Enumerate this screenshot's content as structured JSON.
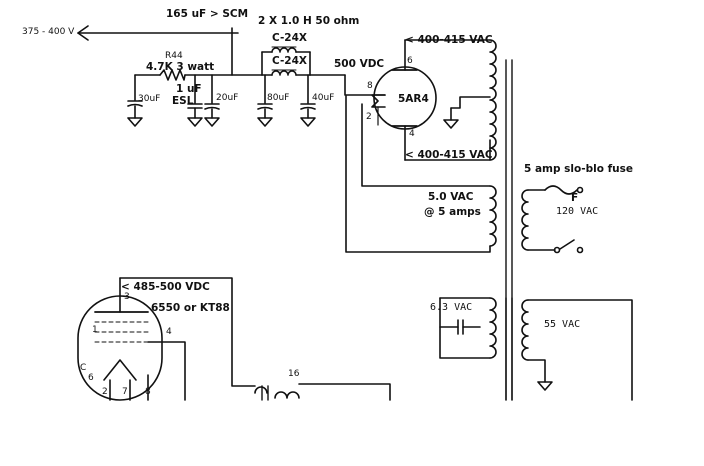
{
  "labels": {
    "supply_out": "375 - 400 V",
    "scm_cap": "165 uF > SCM",
    "choke_spec": "2 X 1.0 H 50 ohm",
    "choke_top": "C-24X",
    "choke_bottom": "C-24X",
    "r44_ref": "R44",
    "r44_value": "4.7K 3 watt",
    "esl_value": "1 uF",
    "esl_type": "ESL",
    "cap_30": "30uF",
    "cap_20": "20uF",
    "cap_80": "80uF",
    "cap_40": "40uF",
    "b_plus": "500 VDC",
    "pin8": "8",
    "pin2": "2",
    "pin6": "6",
    "pin4": "4",
    "rect_tube": "5AR4",
    "hv_top": "< 400-415 VAC",
    "hv_bottom": "< 400-415 VAC",
    "fuse_note": "5 amp slo-blo fuse",
    "fuse_ref": "F",
    "mains": "120 VAC",
    "fil_5v": "5.0 VAC",
    "fil_5v_current": "@ 5 amps",
    "fil_6v": "6.3 VAC",
    "bias_winding": "55 VAC",
    "output_plate": "< 485-500 VDC",
    "power_tube": "6550 or KT88",
    "pt_pin3": "3",
    "pt_pin1": "1",
    "pt_pin4": "4",
    "pt_pin_c": "C",
    "pt_pin6": "6",
    "pt_pin2": "2",
    "pt_pin7": "7",
    "pt_pin8": "8",
    "ot_pin16": "16"
  },
  "colors": {
    "ink": "#111111",
    "paper": "#ffffff"
  }
}
